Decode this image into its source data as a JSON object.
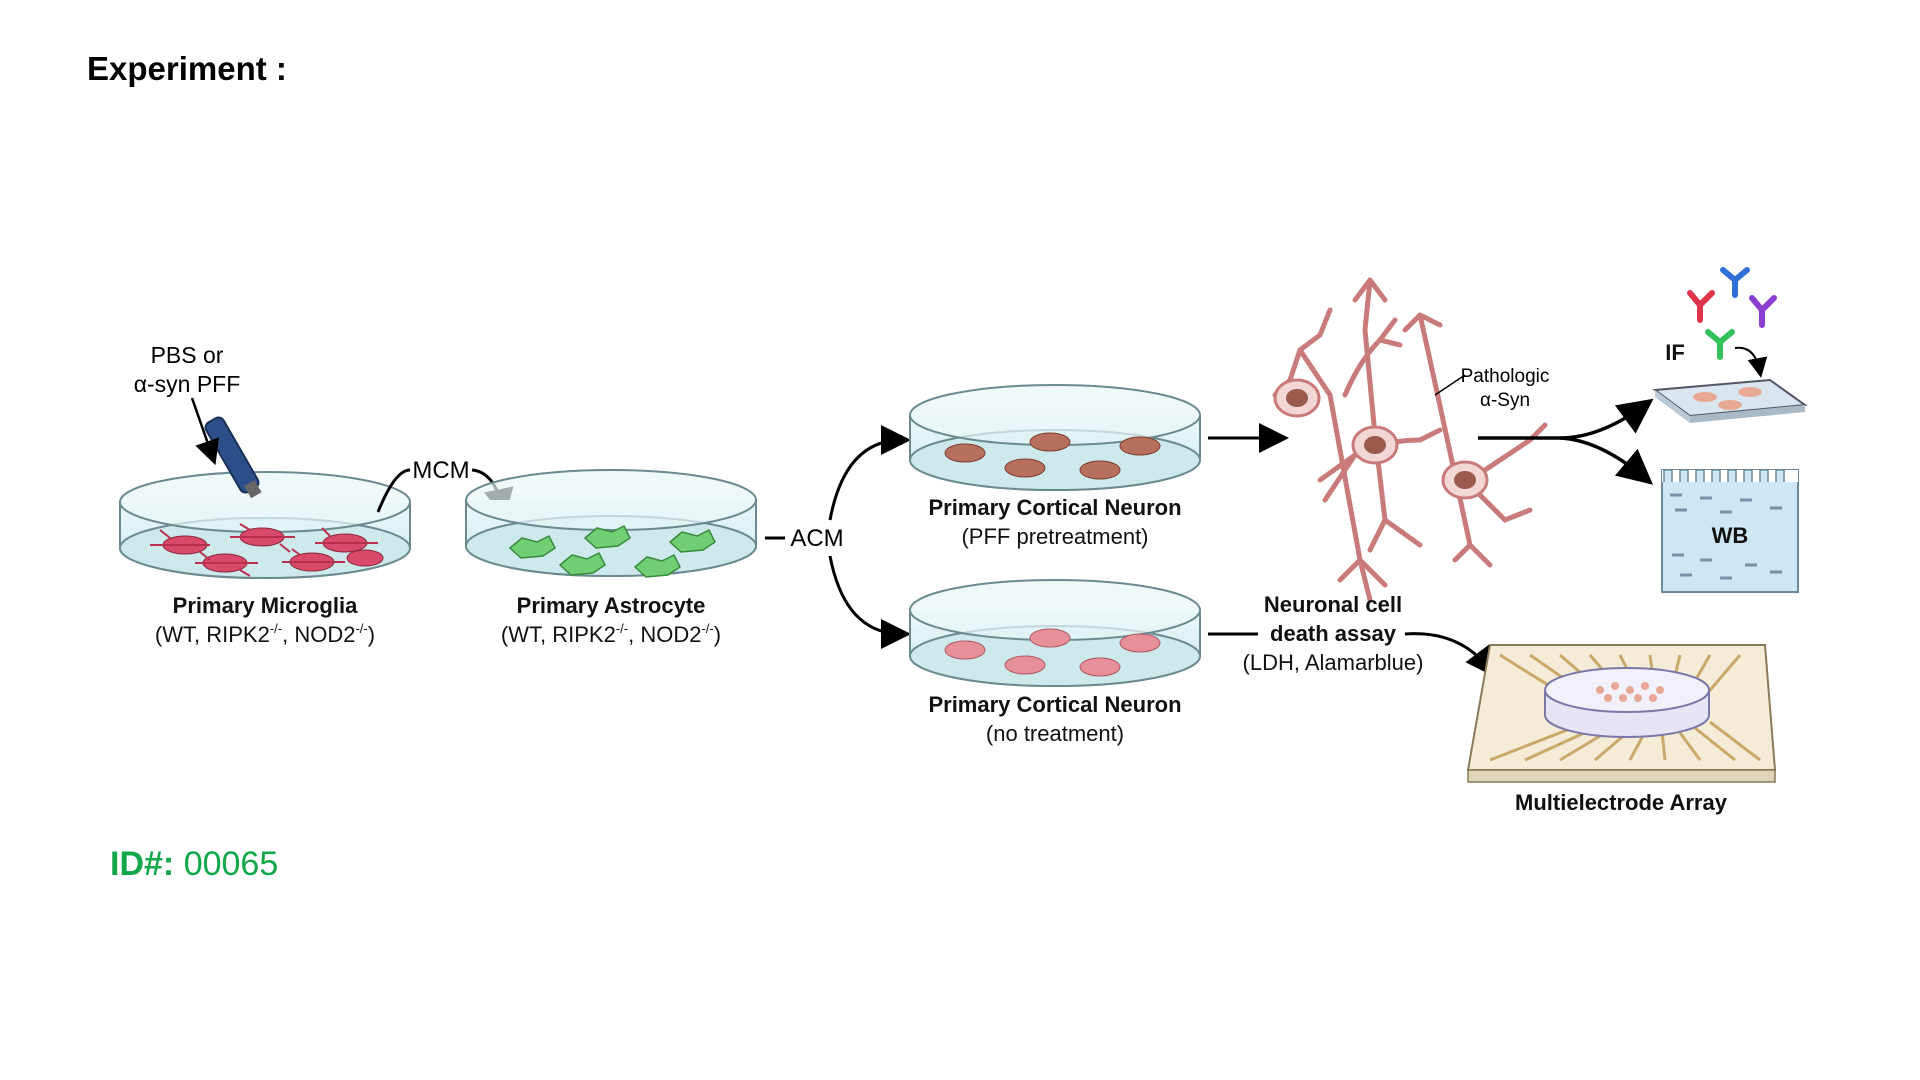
{
  "page": {
    "title": "Experiment :",
    "id_label": "ID#:",
    "id_value": "00065",
    "id_color": "#12a84a"
  },
  "diagram": {
    "injection": {
      "line1": "PBS or",
      "line2": "α-syn PFF"
    },
    "mcm": "MCM",
    "acm": "ACM",
    "microglia": {
      "name": "Primary Microglia",
      "genotypes_pre": "(WT, RIPK2",
      "sup1": "-/-",
      "mid": ", NOD2",
      "sup2": "-/-",
      "post": ")"
    },
    "astrocyte": {
      "name": "Primary Astrocyte",
      "genotypes_pre": "(WT, RIPK2",
      "sup1": "-/-",
      "mid": ", NOD2",
      "sup2": "-/-",
      "post": ")"
    },
    "neuron_pff": {
      "name": "Primary Cortical Neuron",
      "condition": "(PFF pretreatment)"
    },
    "neuron_none": {
      "name": "Primary Cortical Neuron",
      "condition": "(no treatment)"
    },
    "pathologic": {
      "line1": "Pathologic",
      "line2": "α-Syn"
    },
    "death_assay": {
      "line1": "Neuronal  cell",
      "line2": "death assay",
      "line3": "(LDH, Alamarblue)"
    },
    "if_label": "IF",
    "wb_label": "WB",
    "mea_label": "Multielectrode Array",
    "colors": {
      "microglia_cell": "#d94a6a",
      "astrocyte_cell": "#6fcf72",
      "neuron_pff_cell": "#b8705e",
      "neuron_none_cell": "#e8909a",
      "dish_fill": "#dff1f3",
      "dish_stroke": "#6a8a90",
      "neuron_body": "#f3d6d6",
      "neuron_stroke": "#c97a7a",
      "wb_fill": "#cfe6f5"
    },
    "antibody_colors": [
      "#e0344c",
      "#2f6fd6",
      "#8b3fd0",
      "#34c05a"
    ]
  }
}
